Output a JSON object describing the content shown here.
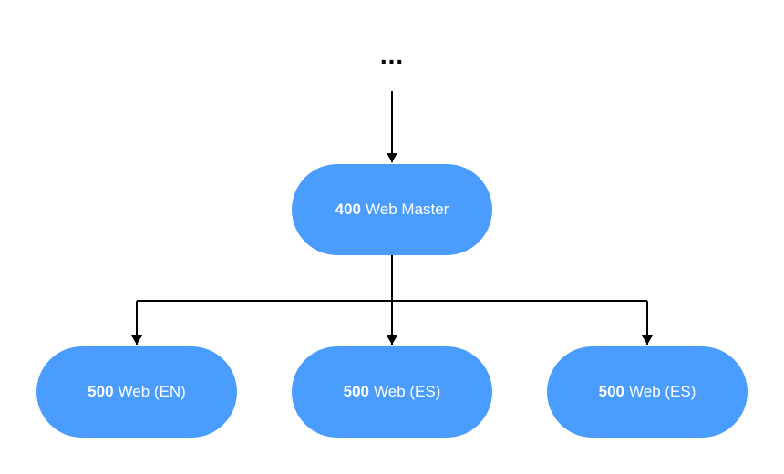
{
  "diagram": {
    "top": {
      "label": "..."
    },
    "master": {
      "code": "400",
      "label": "Web Master"
    },
    "children": [
      {
        "code": "500",
        "label": "Web (EN)"
      },
      {
        "code": "500",
        "label": "Web (ES)"
      },
      {
        "code": "500",
        "label": "Web (ES)"
      }
    ],
    "colors": {
      "node_fill": "#4a9dfd",
      "node_text": "#ffffff",
      "connector": "#000000"
    }
  }
}
